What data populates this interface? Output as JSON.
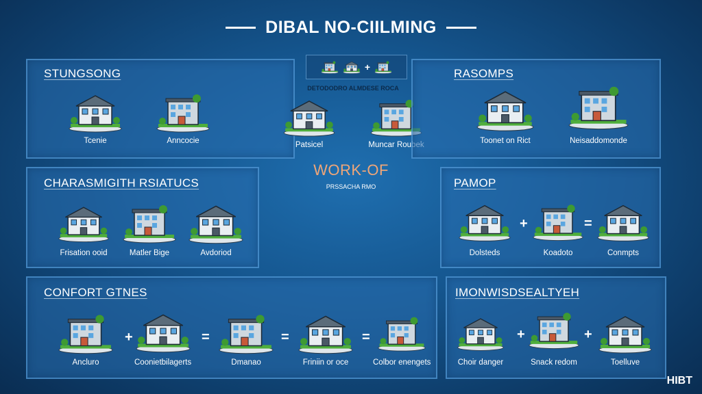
{
  "header": {
    "title": "DIBAL NO-CIILMING"
  },
  "top_center": {
    "subtitle": "DETODODRO ALMDESE ROCA"
  },
  "center": {
    "title": "WORK-OF",
    "subtitle": "PRSSACHA RMO"
  },
  "panels": {
    "top_left": {
      "title": "STUNGSONG",
      "items": [
        {
          "label": "Tcenie"
        },
        {
          "label": "Anncocie"
        }
      ]
    },
    "top_mid": {
      "items": [
        {
          "label": "Patsicel"
        },
        {
          "label": "Muncar Roubek"
        }
      ]
    },
    "top_right": {
      "title": "RASOMPS",
      "items": [
        {
          "label": "Toonet on Rict"
        },
        {
          "label": "Neisaddomonde"
        }
      ]
    },
    "mid_left": {
      "title": "CHARASMIGITH RSIATUCS",
      "items": [
        {
          "label": "Frisation ooid"
        },
        {
          "label": "Matler Bige"
        },
        {
          "label": "Avdoriod"
        }
      ]
    },
    "mid_right": {
      "title": "PAMOP",
      "items": [
        {
          "label": "Dolsteds"
        },
        {
          "label": "Koadoto"
        },
        {
          "label": "Conmpts"
        }
      ]
    },
    "bottom_left": {
      "title": "CONFORT GTNES",
      "items": [
        {
          "label": "Ancluro"
        },
        {
          "label": "Coonietbilagerts"
        },
        {
          "label": "Dmanao"
        },
        {
          "label": "Friniin or oce"
        },
        {
          "label": "Colbor enengets"
        }
      ]
    },
    "bottom_right": {
      "title": "IMONWISDSEALTYEH",
      "items": [
        {
          "label": "Choir danger"
        },
        {
          "label": "Snack redom"
        },
        {
          "label": "Toelluve"
        }
      ]
    }
  },
  "operators": {
    "plus": "+",
    "equals": "="
  },
  "brand": {
    "name": "HIBT"
  },
  "colors": {
    "background": "#15568f",
    "panel": "#2a6eaf",
    "accent": "#f0a678",
    "grass": "#4fae3c"
  }
}
